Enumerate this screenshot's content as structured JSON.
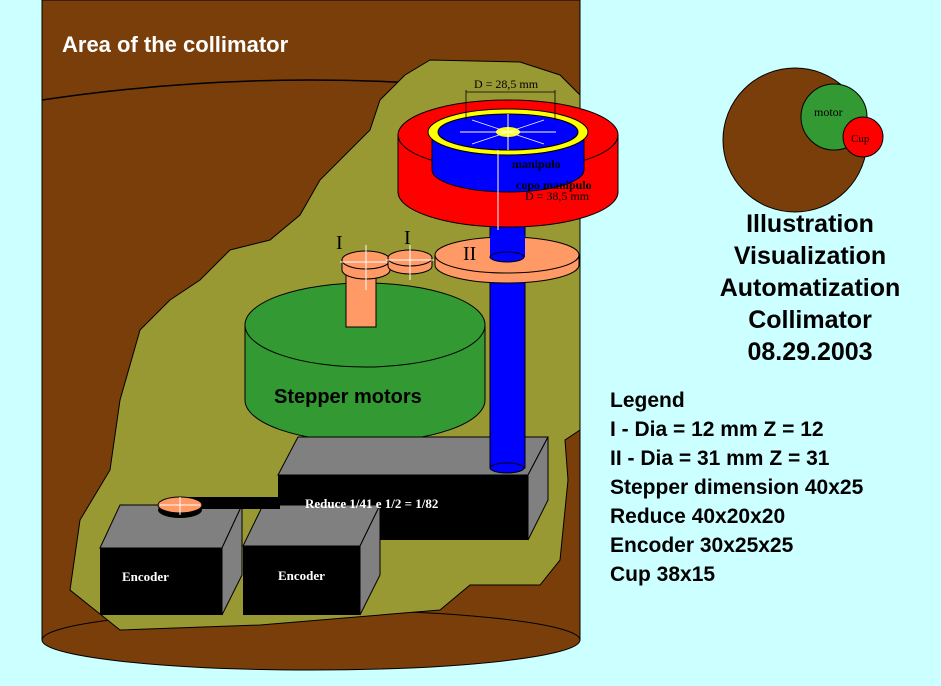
{
  "area_title": "Area of the collimator",
  "dimensions": {
    "top_diameter": "D = 28,5 mm",
    "bottom_diameter": "D = 38,5 mm"
  },
  "cup_labels": {
    "manipulator": "manipulo",
    "cup_manipulator": "copo manipulo"
  },
  "gear_labels": {
    "gear1_a": "I",
    "gear1_b": "I",
    "gear2": "II"
  },
  "stepper_label": "Stepper motors",
  "reducer_label": "Reduce  1/41 e 1/2 = 1/82",
  "encoder_labels": [
    "Encoder",
    "Encoder"
  ],
  "mini_view": {
    "motor_label": "motor",
    "cup_label": "Cup"
  },
  "title_lines": [
    "Illustration",
    "Visualization",
    "Automatization",
    "Collimator",
    "08.29.2003"
  ],
  "legend": {
    "heading": "Legend",
    "items": [
      "I - Dia = 12 mm  Z = 12",
      "II - Dia = 31 mm  Z = 31",
      "Stepper dimension 40x25",
      "Reduce 40x20x20",
      "Encoder 30x25x25",
      "Cup 38x15"
    ]
  },
  "colors": {
    "background": "#ccffff",
    "housing": "#7a3e0a",
    "inner_area": "#999933",
    "cup_red": "#ff0000",
    "cup_blue": "#0000ff",
    "gear_orange": "#ff9966",
    "motor_green": "#339933",
    "box_black": "#000000",
    "box_grey": "#808080"
  }
}
